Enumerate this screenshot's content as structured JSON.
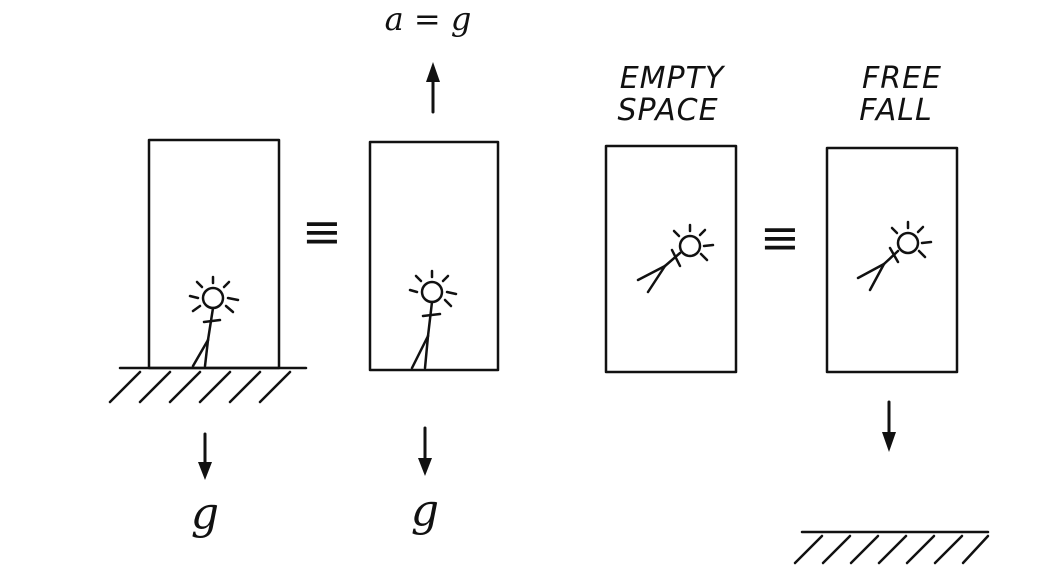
{
  "panels": [
    {
      "id": "panel-1",
      "label": "",
      "accel_label": "",
      "gravity_label": "g"
    },
    {
      "id": "panel-2",
      "label": "",
      "accel_label": "a = g",
      "gravity_label": "g"
    },
    {
      "id": "panel-3",
      "label_line1": "EMPTY",
      "label_line2": "SPACE"
    },
    {
      "id": "panel-4",
      "label_line1": "FREE",
      "label_line2": "FALL"
    }
  ],
  "equivalence_symbol": "≡",
  "colors": {
    "ink": "#111111",
    "background": "#ffffff"
  }
}
